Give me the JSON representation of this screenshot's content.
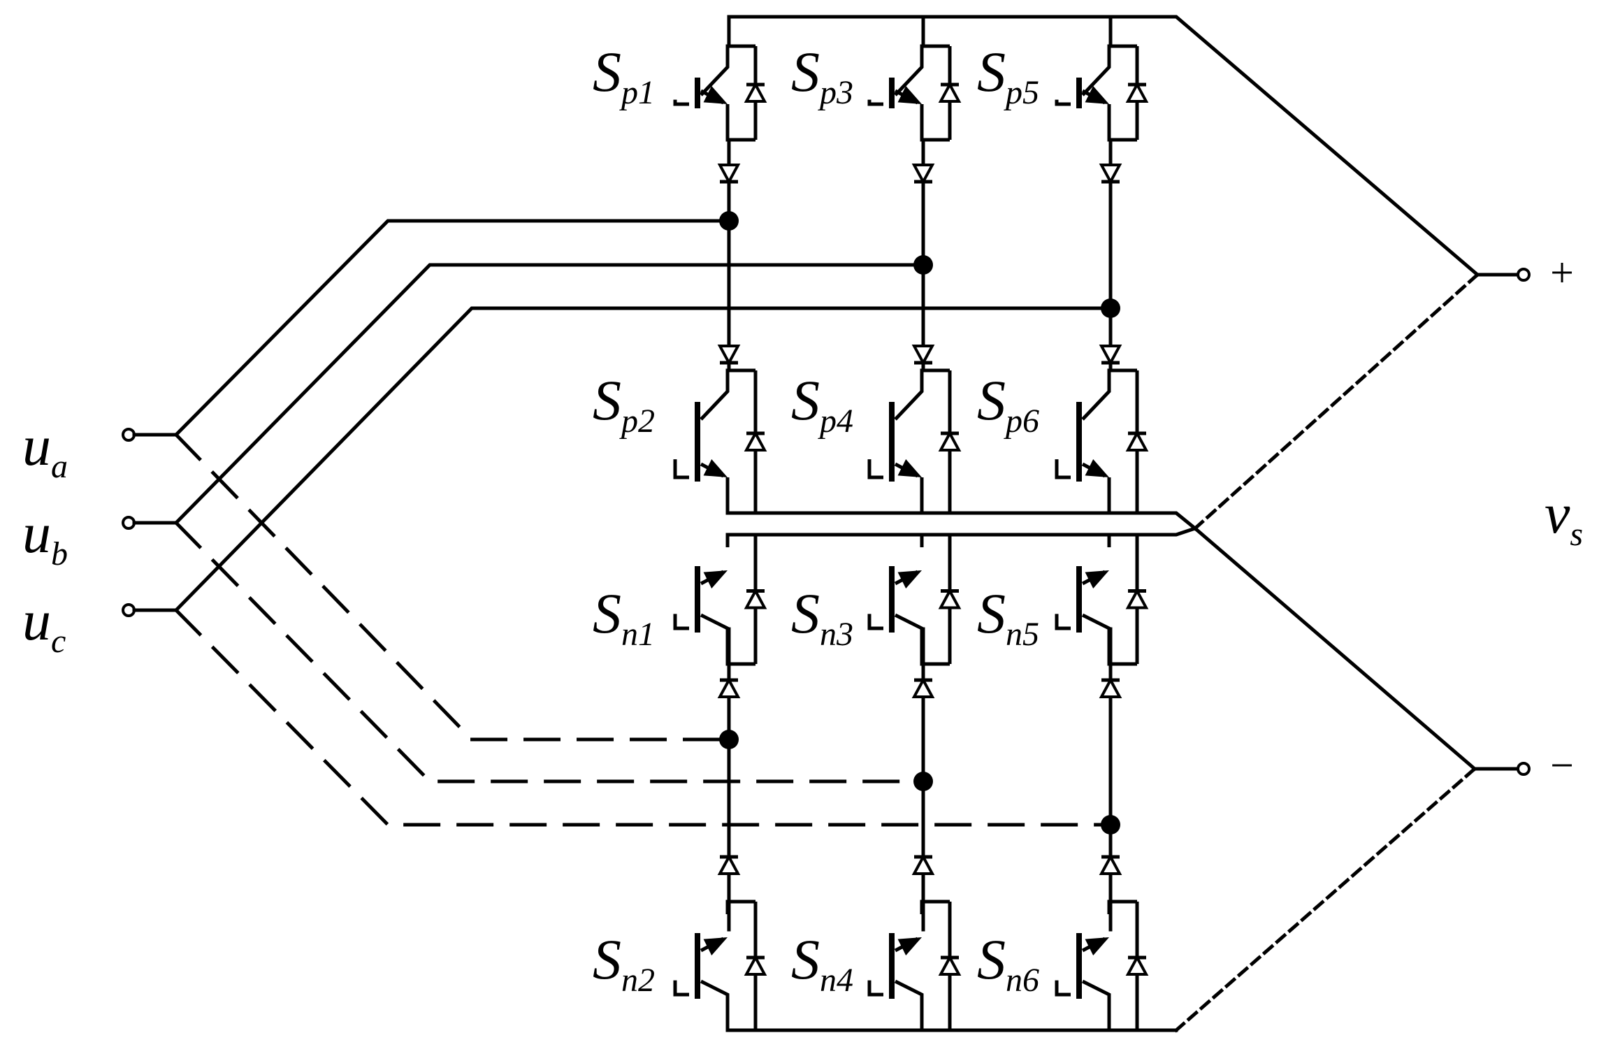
{
  "inputs": [
    {
      "base": "u",
      "sub": "a"
    },
    {
      "base": "u",
      "sub": "b"
    },
    {
      "base": "u",
      "sub": "c"
    }
  ],
  "output": {
    "base": "v",
    "sub": "s",
    "plus": "+",
    "minus": "−"
  },
  "switches": {
    "upper_top": [
      {
        "id": "Sp1",
        "base": "S",
        "sub": "p1"
      },
      {
        "id": "Sp3",
        "base": "S",
        "sub": "p3"
      },
      {
        "id": "Sp5",
        "base": "S",
        "sub": "p5"
      }
    ],
    "upper_bottom": [
      {
        "id": "Sp2",
        "base": "S",
        "sub": "p2"
      },
      {
        "id": "Sp4",
        "base": "S",
        "sub": "p4"
      },
      {
        "id": "Sp6",
        "base": "S",
        "sub": "p6"
      }
    ],
    "lower_top": [
      {
        "id": "Sn1",
        "base": "S",
        "sub": "n1"
      },
      {
        "id": "Sn3",
        "base": "S",
        "sub": "n3"
      },
      {
        "id": "Sn5",
        "base": "S",
        "sub": "n5"
      }
    ],
    "lower_bottom": [
      {
        "id": "Sn2",
        "base": "S",
        "sub": "n2"
      },
      {
        "id": "Sn4",
        "base": "S",
        "sub": "n4"
      },
      {
        "id": "Sn6",
        "base": "S",
        "sub": "n6"
      }
    ]
  }
}
